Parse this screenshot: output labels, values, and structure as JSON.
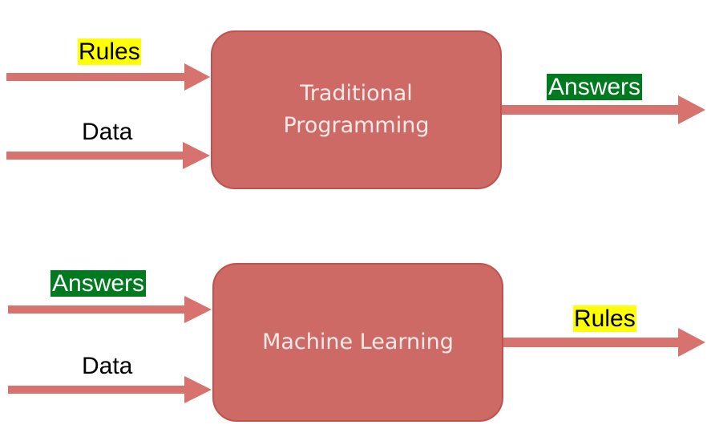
{
  "diagram": {
    "top": {
      "inputs": [
        {
          "label": "Rules",
          "highlight": "#ffff00"
        },
        {
          "label": "Data",
          "highlight": null
        }
      ],
      "process": "Traditional\nProgramming",
      "output": {
        "label": "Answers",
        "highlight": "#007a1e"
      }
    },
    "bottom": {
      "inputs": [
        {
          "label": "Answers",
          "highlight": "#007a1e"
        },
        {
          "label": "Data",
          "highlight": null
        }
      ],
      "process": "Machine Learning",
      "output": {
        "label": "Rules",
        "highlight": "#ffff00"
      }
    }
  },
  "colors": {
    "arrow": "#d7726e",
    "box_fill": "#cd6a66",
    "box_border": "#c0514d",
    "box_text": "#f6e9e8"
  }
}
